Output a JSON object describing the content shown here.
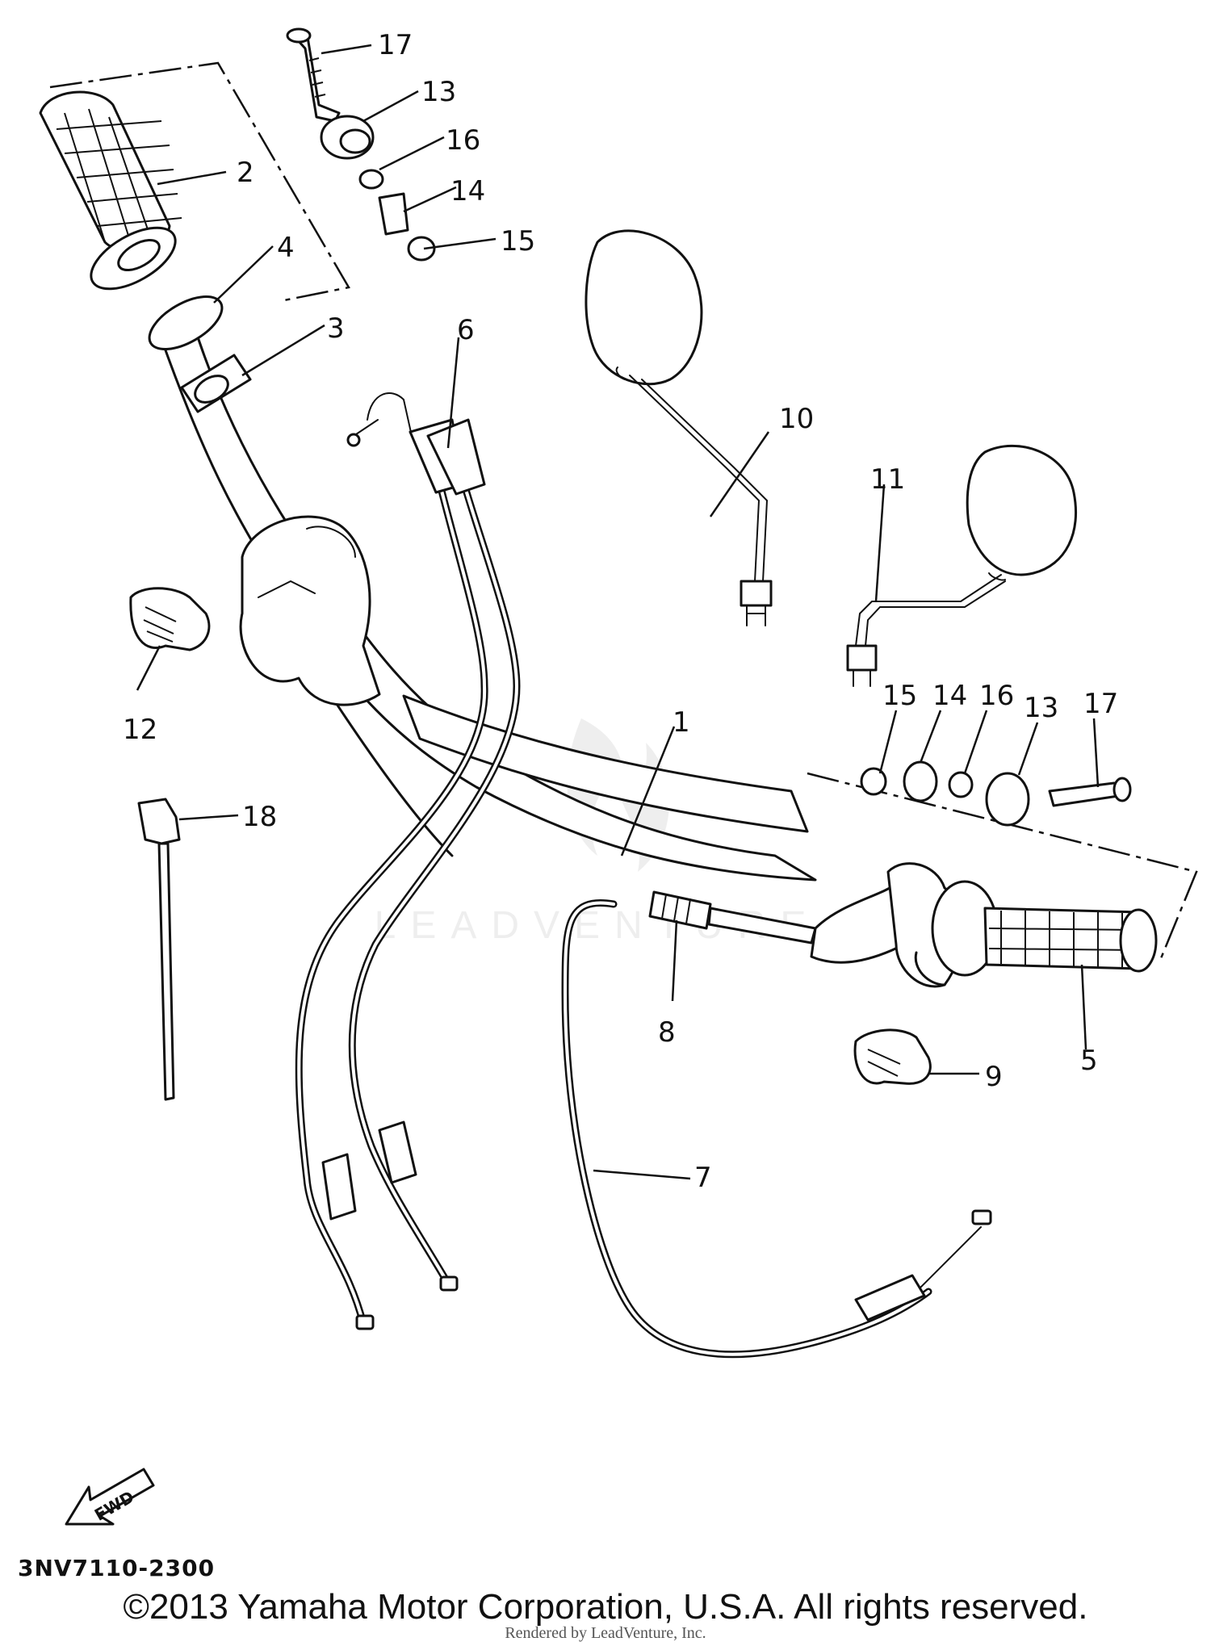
{
  "diagram": {
    "callouts": [
      "1",
      "2",
      "3",
      "4",
      "5",
      "6",
      "7",
      "8",
      "9",
      "10",
      "11",
      "12",
      "13",
      "14",
      "15",
      "16",
      "17",
      "18"
    ],
    "right_end_labels": [
      "15",
      "14",
      "16",
      "13",
      "17"
    ],
    "fwd_label": "FWD",
    "diagram_code": "3NV7110-2300",
    "copyright": "©2013 Yamaha Motor Corporation, U.S.A. All rights reserved.",
    "rendered_by": "Rendered by LeadVenture, Inc.",
    "watermark": "LEADVENTURE"
  }
}
